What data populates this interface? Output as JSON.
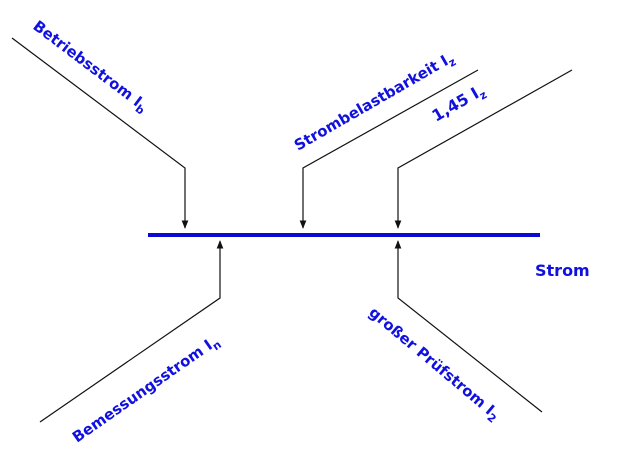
{
  "axis_label": "Strom",
  "labels": {
    "betriebsstrom": {
      "text": "Betriebsstrom I",
      "sub": "b"
    },
    "strombelastbarkeit": {
      "text": "Strombelastbarkeit I",
      "sub": "z"
    },
    "faktor": {
      "text": "1,45 I",
      "sub": "z"
    },
    "bemessungsstrom": {
      "text": "Bemessungsstrom I",
      "sub": "n"
    },
    "pruefstrom": {
      "text": "großer Prüfstrom I",
      "sub": "2"
    }
  },
  "colors": {
    "label": "#1010e0",
    "axis": "#0a0ad0",
    "line": "#111111"
  }
}
